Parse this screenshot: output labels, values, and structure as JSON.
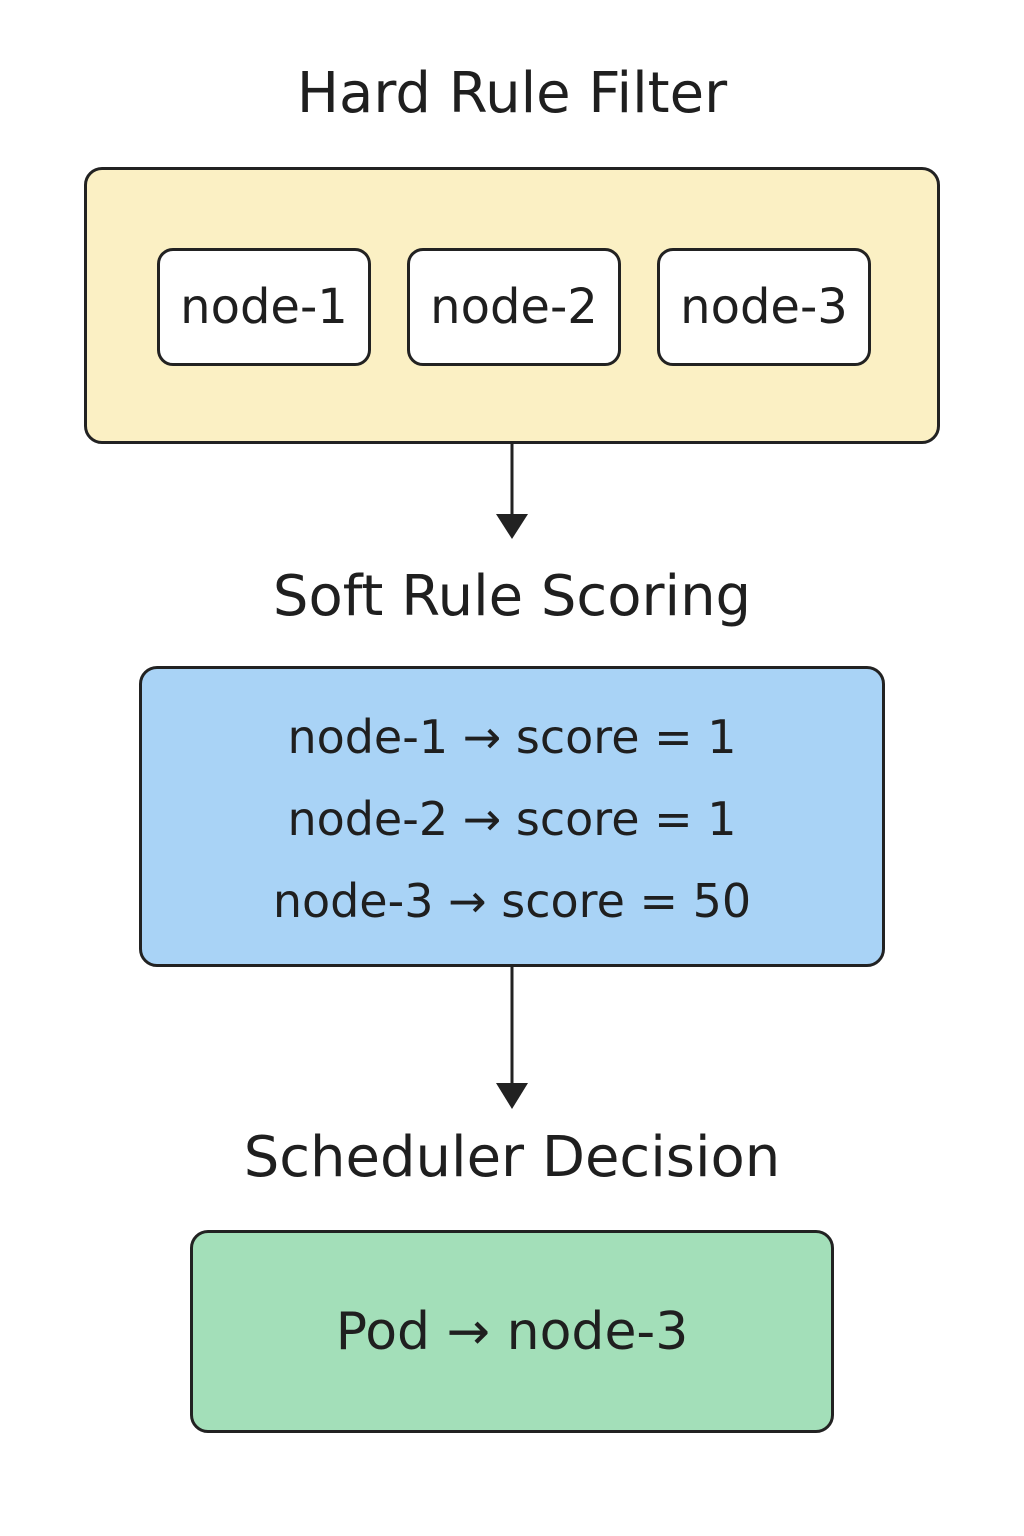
{
  "hard_filter": {
    "title": "Hard Rule Filter",
    "nodes": [
      "node-1",
      "node-2",
      "node-3"
    ],
    "color": "#fbf0c4"
  },
  "soft_scoring": {
    "title": "Soft Rule Scoring",
    "lines": [
      "node-1 → score = 1",
      "node-2 → score = 1",
      "node-3 → score = 50"
    ],
    "color": "#a9d3f6"
  },
  "decision": {
    "title": "Scheduler Decision",
    "text": "Pod → node-3",
    "color": "#a3dfb9"
  },
  "icons": [
    "arrow-down-icon",
    "arrow-down-icon"
  ]
}
